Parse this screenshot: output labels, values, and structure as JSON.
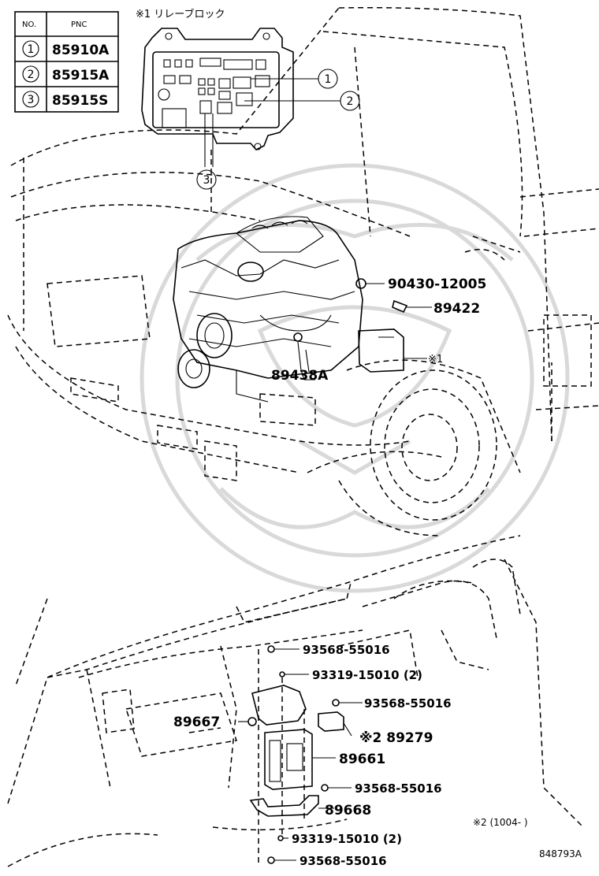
{
  "table": {
    "header_no": "NO.",
    "header_pnc": "PNC",
    "rows": [
      {
        "no": "1",
        "pnc": "85910A"
      },
      {
        "no": "2",
        "pnc": "85915A"
      },
      {
        "no": "3",
        "pnc": "85915S"
      }
    ]
  },
  "relay_block": {
    "title": "※1 リレーブロック",
    "callouts": [
      "1",
      "2",
      "3"
    ]
  },
  "engine_labels": {
    "p90430": "90430-12005",
    "p89422": "89422",
    "p89438": "89438A",
    "ref1": "※1"
  },
  "dash_labels": {
    "p93568_a": "93568-55016",
    "p93319_a": "93319-15010 (2)",
    "p93568_b": "93568-55016",
    "p89667": "89667",
    "p89279": "※2 89279",
    "p89661": "89661",
    "p93568_c": "93568-55016",
    "p89668": "89668",
    "p93319_b": "93319-15010 (2)",
    "p93568_d": "93568-55016"
  },
  "footnote": "※2 (1004-     )",
  "diagram_id": "848793A"
}
